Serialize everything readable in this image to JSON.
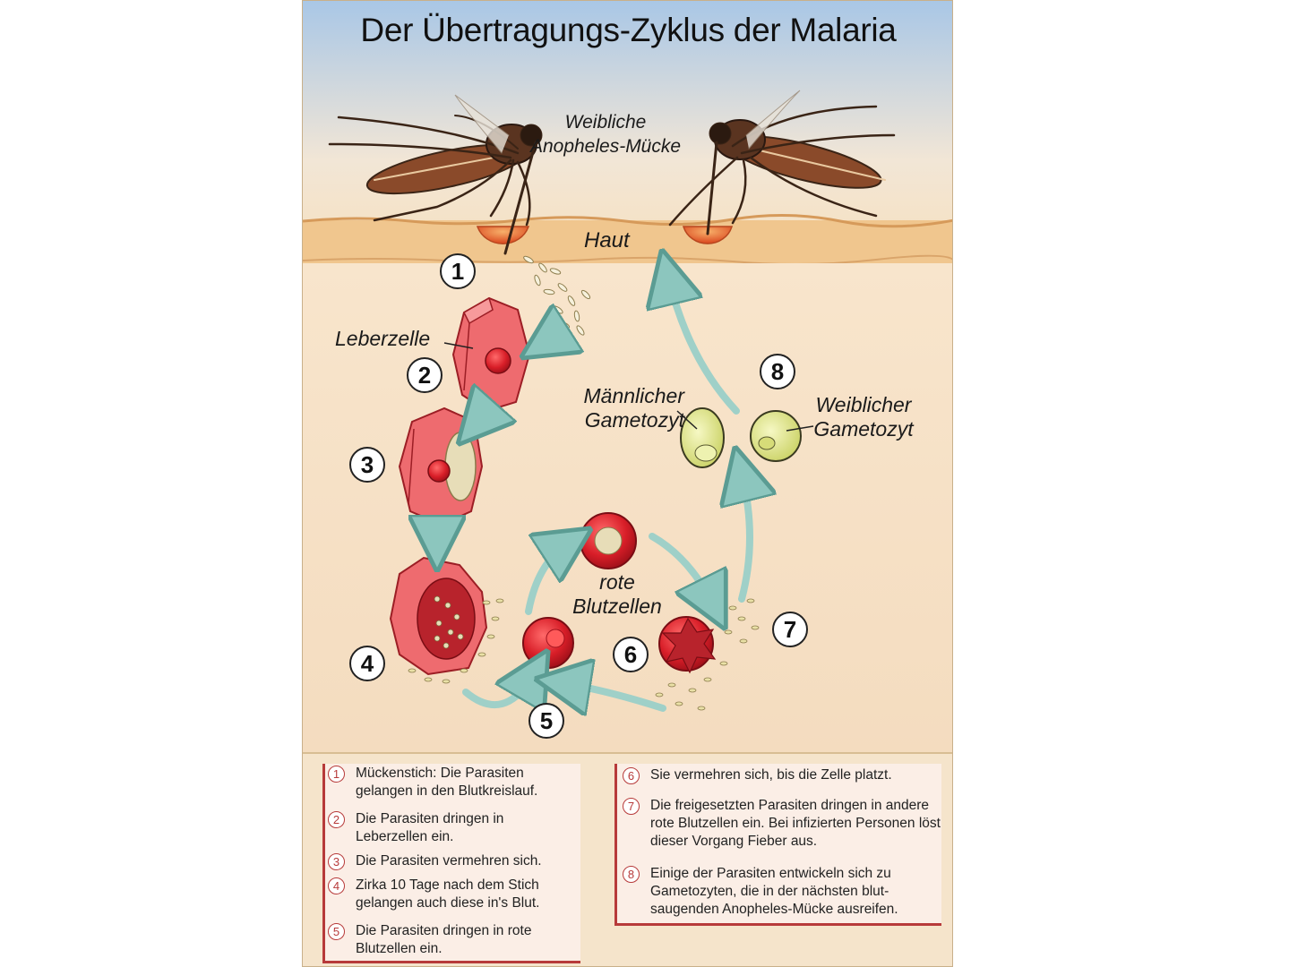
{
  "title": "Der Übertragungs-Zyklus der Malaria",
  "labels": {
    "mosquito": "Weibliche\nAnopheles-Mücke",
    "skin": "Haut",
    "liver_cell": "Leberzelle",
    "male_gametocyte": "Männlicher\nGametozyt",
    "female_gametocyte": "Weiblicher\nGametozyt",
    "red_blood_cells": "rote\nBlutzellen"
  },
  "steps": [
    {
      "n": "1",
      "text": "Mückenstich: Die Parasiten gelangen in den Blutkreislauf."
    },
    {
      "n": "2",
      "text": "Die Parasiten dringen in Leberzellen ein."
    },
    {
      "n": "3",
      "text": "Die Parasiten vermehren sich."
    },
    {
      "n": "4",
      "text": "Zirka 10 Tage nach dem Stich gelangen auch diese in's Blut."
    },
    {
      "n": "5",
      "text": "Die Parasiten dringen in rote Blutzellen ein."
    },
    {
      "n": "6",
      "text": "Sie vermehren sich, bis die Zelle platzt."
    },
    {
      "n": "7",
      "text": "Die freigesetzten Parasiten dringen in andere rote Blutzellen ein. Bei infizierten Personen löst dieser Vorgang Fieber aus."
    },
    {
      "n": "8",
      "text": "Einige der Parasiten entwickeln sich zu Gametozyten, die in der nächsten blut-saugenden Anopheles-Mücke ausreifen."
    }
  ],
  "colors": {
    "sky_top": "#a9c7e6",
    "tissue": "#f6e0c4",
    "skin": "#f0c68e",
    "cell_red": "#d9333a",
    "liver_pink": "#ee6b6f",
    "gametocyte": "#e3ea9a",
    "arrow": "#9fd0c8",
    "legend_border": "#b73a3a"
  }
}
